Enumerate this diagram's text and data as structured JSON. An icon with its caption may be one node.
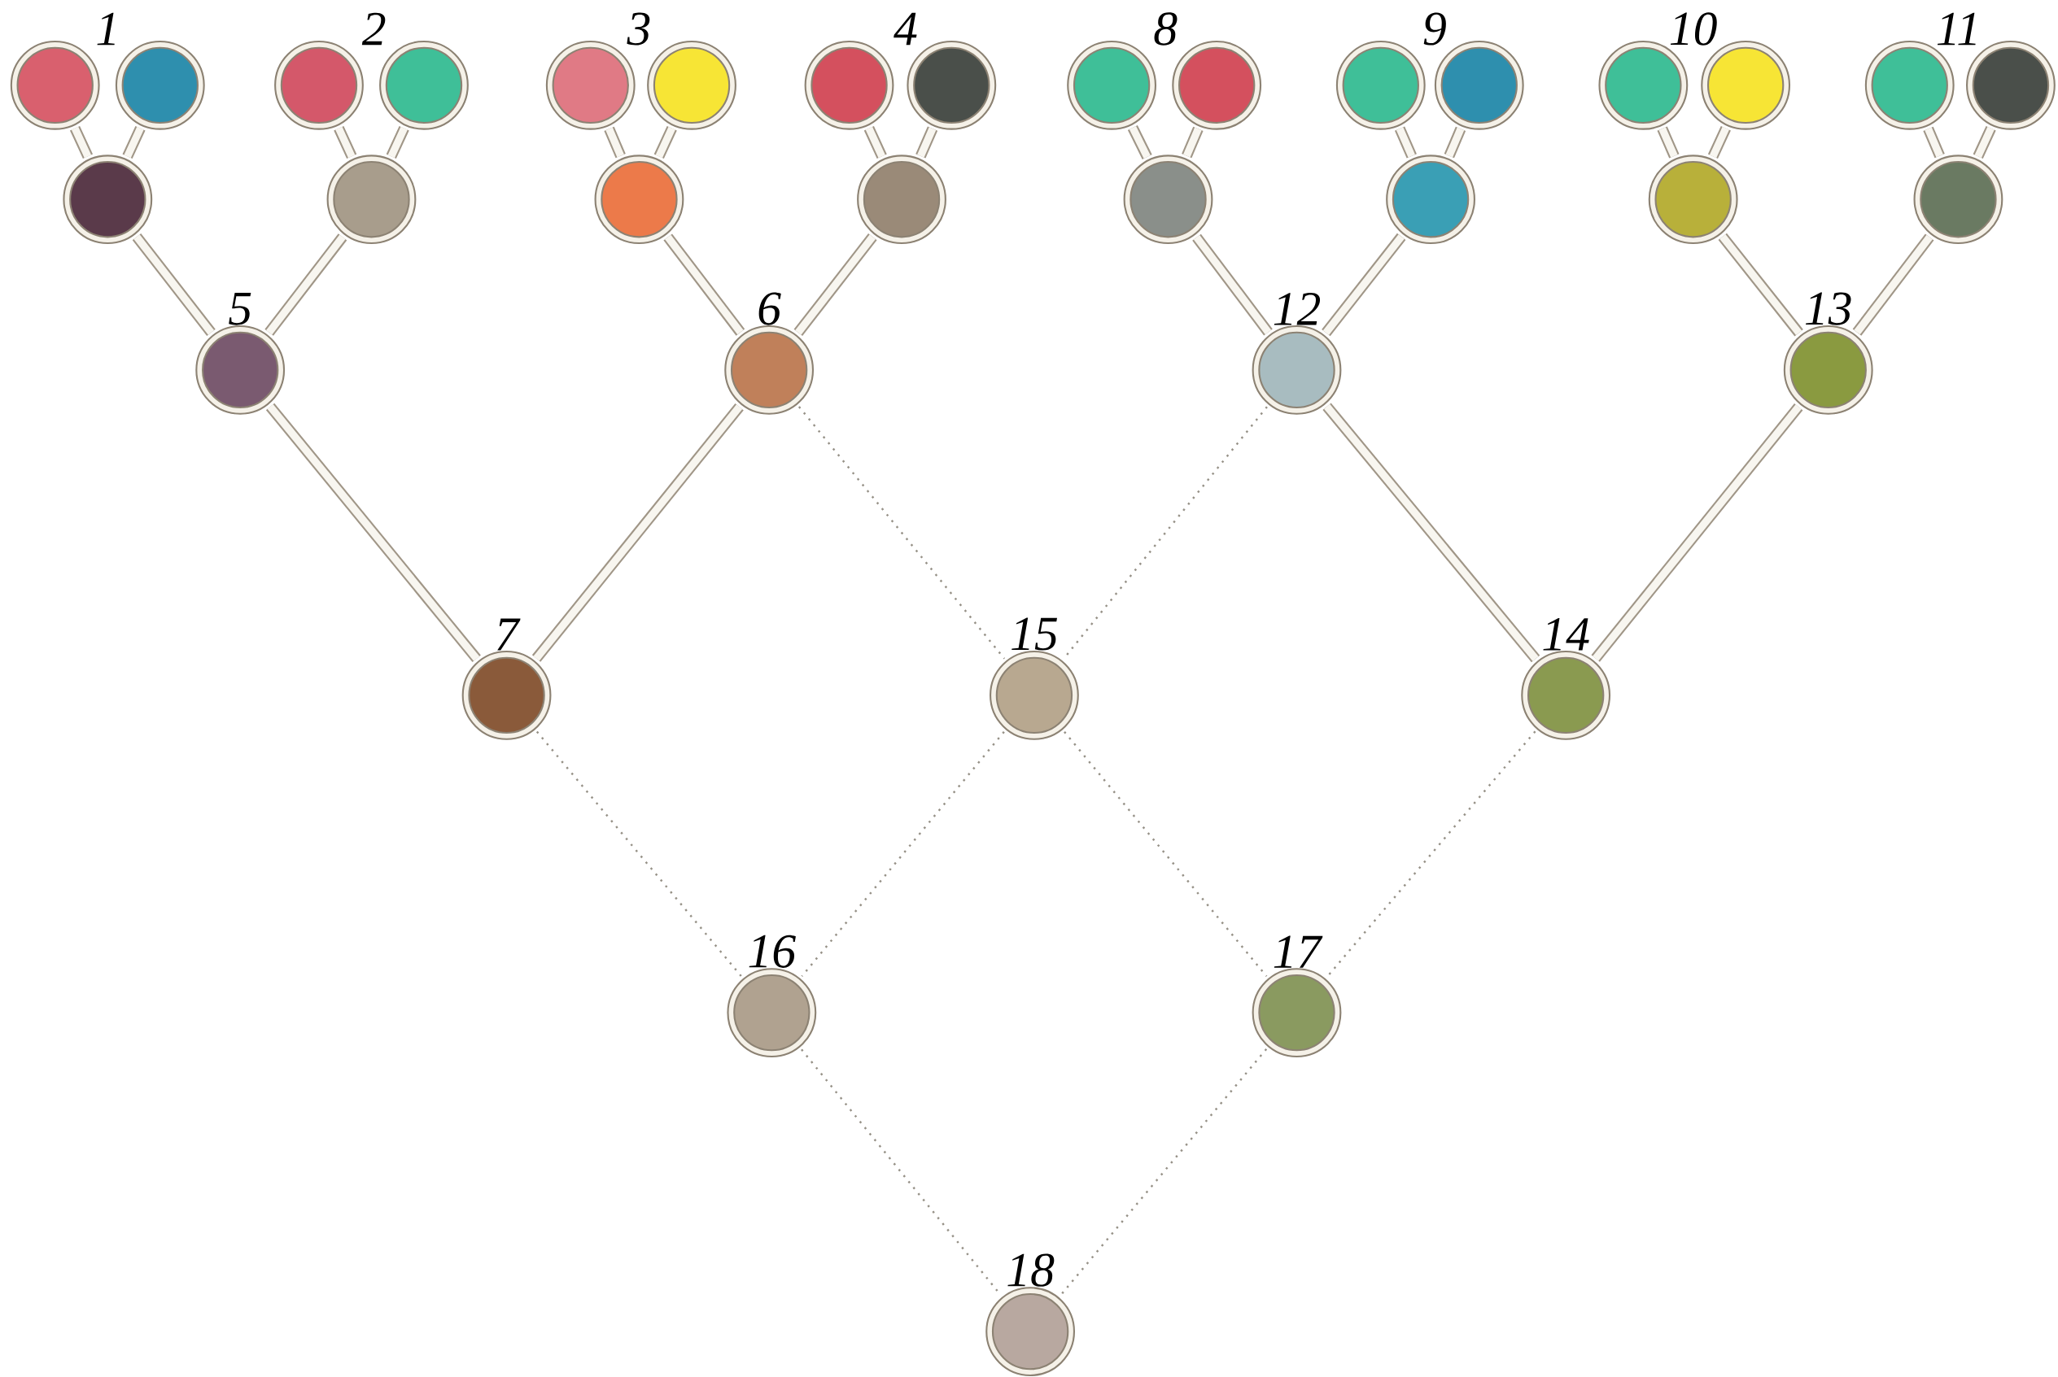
{
  "diagram": {
    "nodes": [
      {
        "text": [],
        "shape": "circle"
      },
      {
        "text": [],
        "shape": "circle"
      },
      {
        "text": [],
        "shape": "circle"
      },
      {
        "text": [],
        "shape": "circle"
      },
      {
        "text": [],
        "shape": "circle"
      },
      {
        "text": [],
        "shape": "circle"
      },
      {
        "text": [],
        "shape": "circle"
      },
      {
        "text": [],
        "shape": "circle"
      },
      {
        "text": [],
        "shape": "circle"
      },
      {
        "text": [],
        "shape": "circle"
      },
      {
        "text": [],
        "shape": "circle"
      },
      {
        "text": [],
        "shape": "circle"
      },
      {
        "text": [],
        "shape": "circle"
      },
      {
        "text": [],
        "shape": "circle"
      },
      {
        "text": [],
        "shape": "circle"
      },
      {
        "text": [],
        "shape": "circle"
      },
      {
        "text": [],
        "shape": "circle"
      },
      {
        "text": [],
        "shape": "circle"
      },
      {
        "text": [],
        "shape": "circle"
      },
      {
        "text": [],
        "shape": "circle"
      },
      {
        "text": [],
        "shape": "circle"
      },
      {
        "text": [],
        "shape": "circle"
      },
      {
        "text": [],
        "shape": "circle"
      },
      {
        "text": [],
        "shape": "circle"
      },
      {
        "text": [
          "5"
        ]
      },
      {
        "text": [
          "6"
        ]
      },
      {
        "text": [
          "12"
        ]
      },
      {
        "text": [
          "13"
        ]
      },
      {
        "text": [
          "7"
        ]
      },
      {
        "text": [
          "15"
        ]
      },
      {
        "text": [
          "14"
        ]
      },
      {
        "text": [
          "16"
        ]
      },
      {
        "text": [
          "17"
        ]
      },
      {
        "text": [
          "18"
        ]
      }
    ],
    "edges": [
      {
        "from": 0,
        "to": 16,
        "arrow": "none"
      },
      {
        "from": 1,
        "to": 16,
        "arrow": "none"
      },
      {
        "from": 2,
        "to": 17,
        "arrow": "none"
      },
      {
        "from": 3,
        "to": 17,
        "arrow": "none"
      },
      {
        "from": 4,
        "to": 18,
        "arrow": "none"
      },
      {
        "from": 5,
        "to": 18,
        "arrow": "none"
      },
      {
        "from": 6,
        "to": 19,
        "arrow": "none"
      },
      {
        "from": 7,
        "to": 19,
        "arrow": "none"
      },
      {
        "from": 8,
        "to": 20,
        "arrow": "none"
      },
      {
        "from": 9,
        "to": 20,
        "arrow": "none"
      },
      {
        "from": 10,
        "to": 21,
        "arrow": "none"
      },
      {
        "from": 11,
        "to": 21,
        "arrow": "none"
      },
      {
        "from": 12,
        "to": 22,
        "arrow": "none"
      },
      {
        "from": 13,
        "to": 22,
        "arrow": "none"
      },
      {
        "from": 14,
        "to": 23,
        "arrow": "none"
      },
      {
        "from": 15,
        "to": 23,
        "arrow": "none"
      },
      {
        "from": 16,
        "to": 24,
        "arrow": "none"
      },
      {
        "from": 17,
        "to": 24,
        "arrow": "none"
      },
      {
        "from": 18,
        "to": 25,
        "arrow": "none"
      },
      {
        "from": 19,
        "to": 25,
        "arrow": "none"
      },
      {
        "from": 20,
        "to": 26,
        "arrow": "none"
      },
      {
        "from": 21,
        "to": 26,
        "arrow": "none"
      },
      {
        "from": 22,
        "to": 27,
        "arrow": "none"
      },
      {
        "from": 23,
        "to": 27,
        "arrow": "none"
      },
      {
        "from": 24,
        "to": 28,
        "arrow": "none"
      },
      {
        "from": 25,
        "to": 28,
        "arrow": "none"
      },
      {
        "from": 26,
        "to": 30,
        "arrow": "none"
      },
      {
        "from": 27,
        "to": 30,
        "arrow": "none"
      },
      {
        "from": 25,
        "to": 29,
        "arrow": "none",
        "style": "dashed"
      },
      {
        "from": 26,
        "to": 29,
        "arrow": "none",
        "style": "dashed"
      },
      {
        "from": 28,
        "to": 31,
        "arrow": "none",
        "style": "dashed"
      },
      {
        "from": 29,
        "to": 31,
        "arrow": "none",
        "style": "dashed"
      },
      {
        "from": 29,
        "to": 32,
        "arrow": "none",
        "style": "dashed"
      },
      {
        "from": 30,
        "to": 32,
        "arrow": "none",
        "style": "dashed"
      },
      {
        "from": 31,
        "to": 33,
        "arrow": "none",
        "style": "dashed"
      },
      {
        "from": 32,
        "to": 33,
        "arrow": "none",
        "style": "dashed"
      }
    ],
    "labels": [
      "1",
      "2",
      "3",
      "4",
      "8",
      "9",
      "10",
      "11"
    ]
  }
}
